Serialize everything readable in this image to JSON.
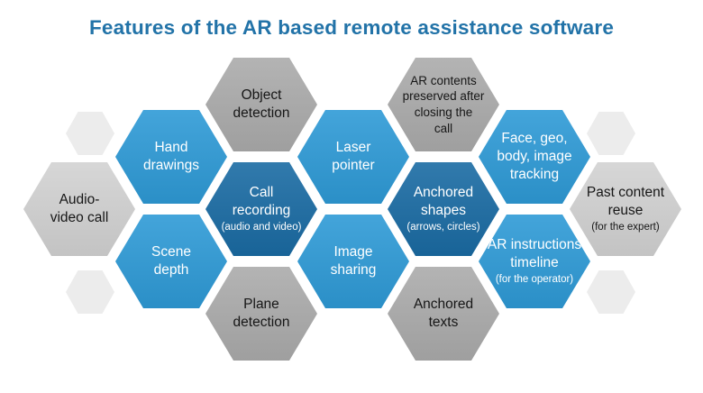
{
  "title": "Features of the AR based remote assistance software",
  "colors": {
    "title": "#2273A8",
    "light_blue": "#2E9AD6",
    "dark_blue": "#1A6BA3",
    "gray": "#ABABAB",
    "light_gray": "#D2D2D2",
    "pale_gray": "#ECECEC",
    "text_on_blue": "#FFFFFF",
    "text_on_gray": "#161616"
  },
  "hexagons": [
    {
      "id": "audio-video-call",
      "lines": [
        "Audio-",
        "video call"
      ],
      "sublabel": "",
      "tone": "light_gray"
    },
    {
      "id": "hand-drawings",
      "lines": [
        "Hand",
        "drawings"
      ],
      "sublabel": "",
      "tone": "light_blue"
    },
    {
      "id": "scene-depth",
      "lines": [
        "Scene",
        "depth"
      ],
      "sublabel": "",
      "tone": "light_blue"
    },
    {
      "id": "object-detection",
      "lines": [
        "Object",
        "detection"
      ],
      "sublabel": "",
      "tone": "gray"
    },
    {
      "id": "call-recording",
      "lines": [
        "Call",
        "recording"
      ],
      "sublabel": "(audio and video)",
      "tone": "dark_blue"
    },
    {
      "id": "plane-detection",
      "lines": [
        "Plane",
        "detection"
      ],
      "sublabel": "",
      "tone": "gray"
    },
    {
      "id": "laser-pointer",
      "lines": [
        "Laser",
        "pointer"
      ],
      "sublabel": "",
      "tone": "light_blue"
    },
    {
      "id": "image-sharing",
      "lines": [
        "Image",
        "sharing"
      ],
      "sublabel": "",
      "tone": "light_blue"
    },
    {
      "id": "ar-contents-preserved",
      "lines": [
        "AR contents",
        "preserved after",
        "closing the",
        "call"
      ],
      "sublabel": "",
      "tone": "gray"
    },
    {
      "id": "anchored-shapes",
      "lines": [
        "Anchored",
        "shapes"
      ],
      "sublabel": "(arrows, circles)",
      "tone": "dark_blue"
    },
    {
      "id": "anchored-texts",
      "lines": [
        "Anchored",
        "texts"
      ],
      "sublabel": "",
      "tone": "gray"
    },
    {
      "id": "face-geo-body-image-tracking",
      "lines": [
        "Face, geo,",
        "body, image",
        "tracking"
      ],
      "sublabel": "",
      "tone": "light_blue"
    },
    {
      "id": "ar-instructions-timeline",
      "lines": [
        "AR instructions",
        "timeline"
      ],
      "sublabel": "(for the operator)",
      "tone": "light_blue"
    },
    {
      "id": "past-content-reuse",
      "lines": [
        "Past content",
        "reuse"
      ],
      "sublabel": "(for the expert)",
      "tone": "light_gray"
    }
  ],
  "decor": {
    "tone": "pale_gray"
  }
}
